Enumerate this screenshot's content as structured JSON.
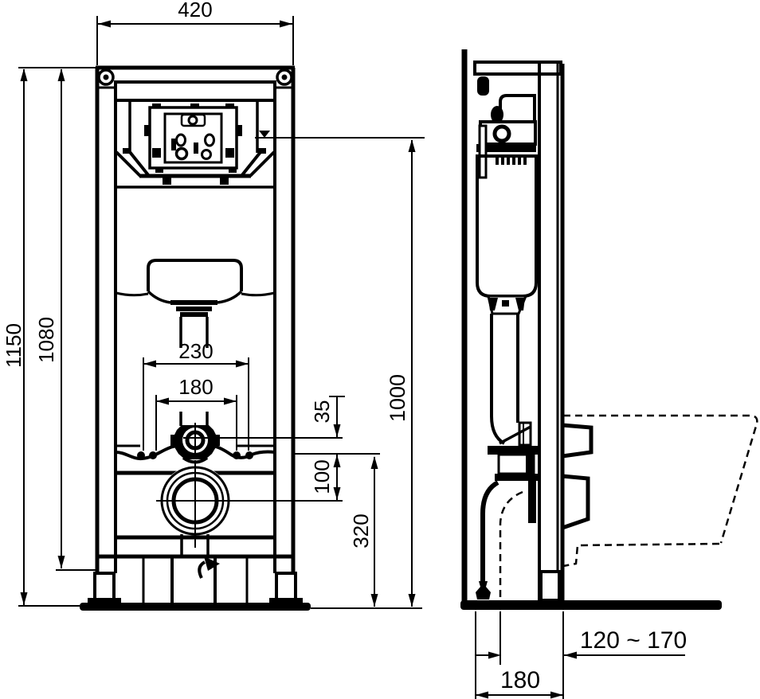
{
  "drawing": {
    "title": "wc-frame-installation-dimensions",
    "background_color": "#ffffff",
    "line_color": "#000000",
    "views": {
      "front": "front-elevation",
      "side": "side-section"
    },
    "dimensions": {
      "frame_width": "420",
      "total_height": "1150",
      "frame_height": "1080",
      "fixing_outer_spacing": "230",
      "fixing_inner_spacing": "180",
      "flush_pipe_offset": "35",
      "outlet_offset": "100",
      "outlet_height": "320",
      "flush_level_height": "1000",
      "wall_distance_range": "120 ~ 170",
      "frame_depth": "180"
    }
  }
}
